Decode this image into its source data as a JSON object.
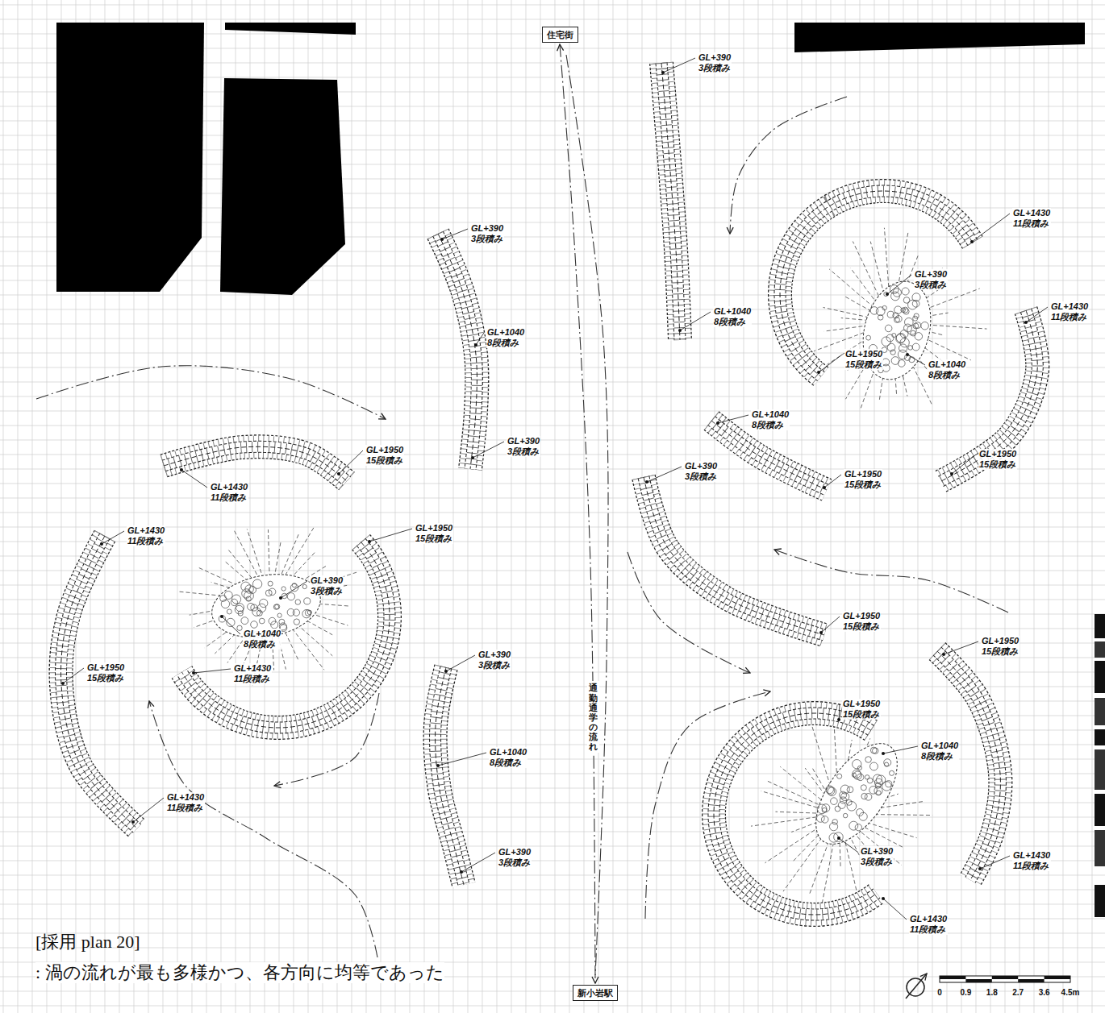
{
  "diagram": {
    "title": "[採用 plan 20]",
    "caption": ": 渦の流れが最も多様かつ、各方向に均等であった",
    "nodes": [
      {
        "text": [
          "住宅街"
        ]
      },
      {
        "text": [
          "新小岩駅"
        ]
      }
    ],
    "edges": [
      {
        "from": 0,
        "to": 1,
        "arrow": "both",
        "label": "通勤通学の流れ"
      }
    ],
    "labels": [
      "GL+390 3段積み",
      "GL+1040 8段積み",
      "GL+390 3段積み",
      "GL+390 3段積み",
      "GL+1040 8段積み",
      "GL+1430 11段積み",
      "GL+390 3段積み",
      "GL+1950 15段積み",
      "GL+1040 8段積み",
      "GL+1430 11段積み",
      "GL+1950 15段積み",
      "GL+1040 8段積み",
      "GL+1950 15段積み",
      "GL+390 3段積み",
      "GL+1950 15段積み",
      "GL+1950 15段積み",
      "GL+1950 15段積み",
      "GL+1040 8段積み",
      "GL+390 3段積み",
      "GL+1430 11段積み",
      "GL+1430 11段積み",
      "GL+1950 15段積み",
      "GL+1430 11段積み",
      "GL+1430 11段積み",
      "GL+1950 15段積み",
      "GL+390 3段積み",
      "GL+1040 8段積み",
      "GL+1430 11段積み",
      "GL+1950 15段積み",
      "GL+1430 11段積み",
      "GL+390 3段積み",
      "GL+1040 8段積み",
      "GL+390 3段積み",
      "0",
      "0.9",
      "1.8",
      "2.7",
      "3.6",
      "4.5m"
    ]
  }
}
